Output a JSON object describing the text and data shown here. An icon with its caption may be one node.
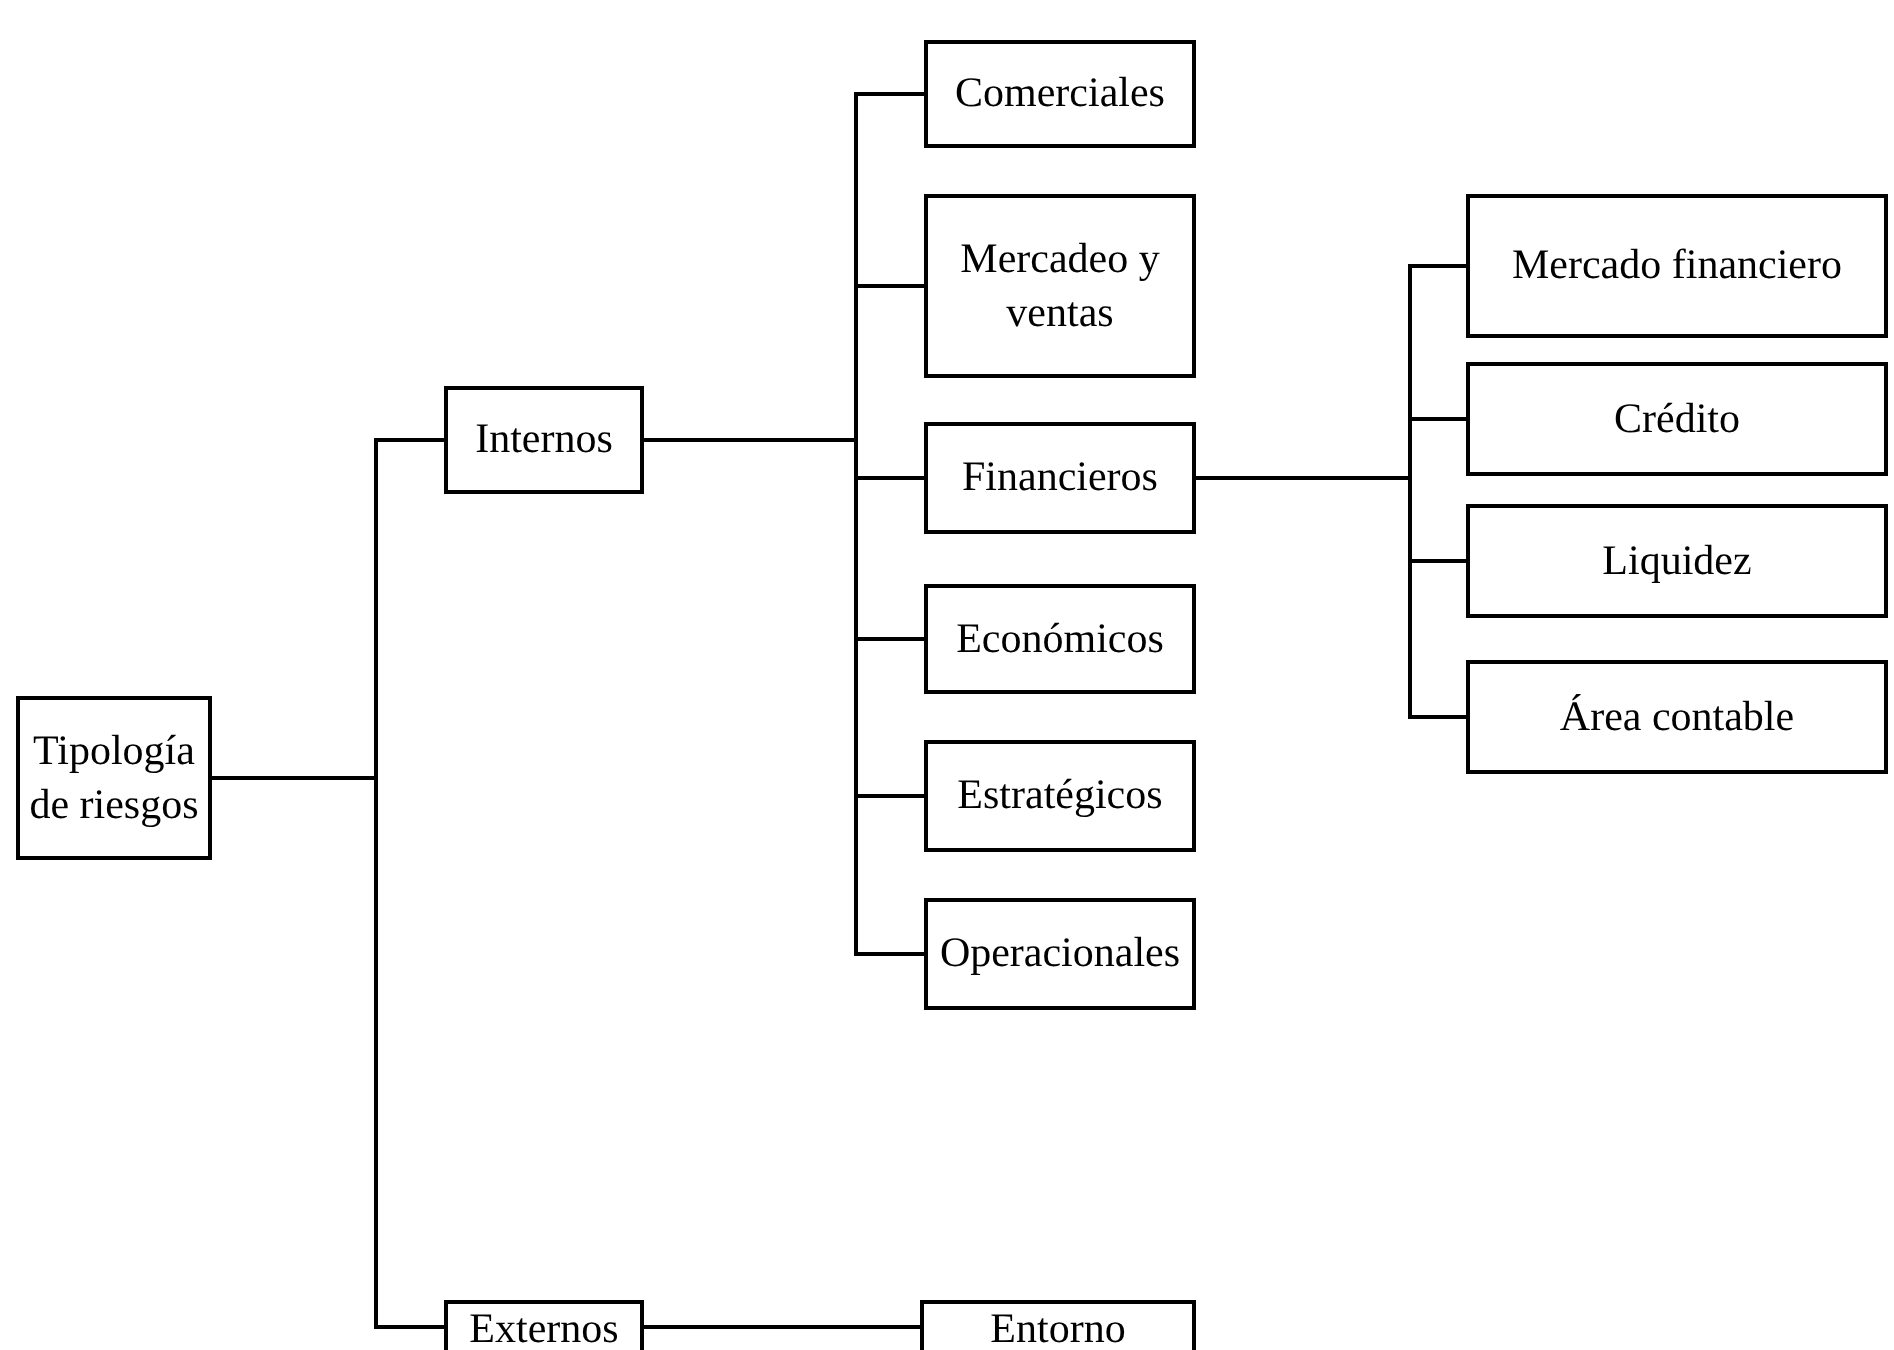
{
  "diagram": {
    "nodes": [
      {
        "text": [
          "Tipología de riesgos"
        ]
      },
      {
        "text": [
          "Internos"
        ]
      },
      {
        "text": [
          "Comerciales"
        ]
      },
      {
        "text": [
          "Mercadeo y ventas"
        ]
      },
      {
        "text": [
          "Financieros"
        ]
      },
      {
        "text": [
          "Mercado financiero"
        ]
      },
      {
        "text": [
          "Crédito"
        ]
      },
      {
        "text": [
          "Liquidez"
        ]
      },
      {
        "text": [
          "Área contable"
        ]
      },
      {
        "text": [
          "Económicos"
        ]
      },
      {
        "text": [
          "Estratégicos"
        ]
      },
      {
        "text": [
          "Operacionales"
        ]
      },
      {
        "text": [
          "Externos"
        ]
      },
      {
        "text": [
          "Entorno"
        ]
      }
    ],
    "edges": [
      {
        "from": 0,
        "to": 1,
        "arrow": "none"
      },
      {
        "from": 0,
        "to": 12,
        "arrow": "none"
      },
      {
        "from": 1,
        "to": 2,
        "arrow": "none"
      },
      {
        "from": 1,
        "to": 3,
        "arrow": "none"
      },
      {
        "from": 1,
        "to": 4,
        "arrow": "none"
      },
      {
        "from": 1,
        "to": 9,
        "arrow": "none"
      },
      {
        "from": 1,
        "to": 10,
        "arrow": "none"
      },
      {
        "from": 1,
        "to": 11,
        "arrow": "none"
      },
      {
        "from": 4,
        "to": 5,
        "arrow": "none"
      },
      {
        "from": 4,
        "to": 6,
        "arrow": "none"
      },
      {
        "from": 4,
        "to": 7,
        "arrow": "none"
      },
      {
        "from": 4,
        "to": 8,
        "arrow": "none"
      },
      {
        "from": 12,
        "to": 13,
        "arrow": "none"
      }
    ]
  }
}
